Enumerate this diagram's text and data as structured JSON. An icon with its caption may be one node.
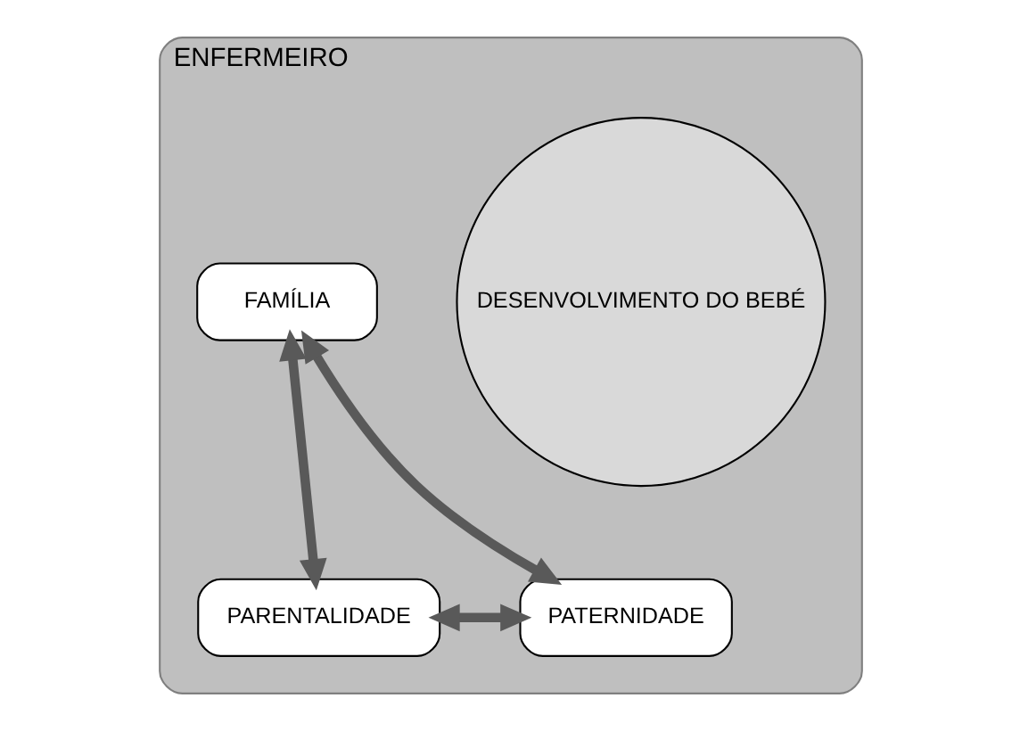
{
  "diagram": {
    "nodes": [
      {
        "text": [
          "ENFERMEIRO"
        ]
      },
      {
        "text": [
          "DESENVOLVIMENTO DO BEBÉ"
        ],
        "in": 0
      },
      {
        "text": [
          "FAMÍLIA"
        ],
        "in": 0
      },
      {
        "text": [
          "PARENTALIDADE"
        ],
        "in": 0
      },
      {
        "text": [
          "PATERNIDADE"
        ],
        "in": 0
      }
    ],
    "edges": [
      {
        "from": 2,
        "to": 3,
        "arrow": "both"
      },
      {
        "from": 2,
        "to": 4,
        "arrow": "both"
      },
      {
        "from": 3,
        "to": 4,
        "arrow": "both"
      }
    ]
  }
}
